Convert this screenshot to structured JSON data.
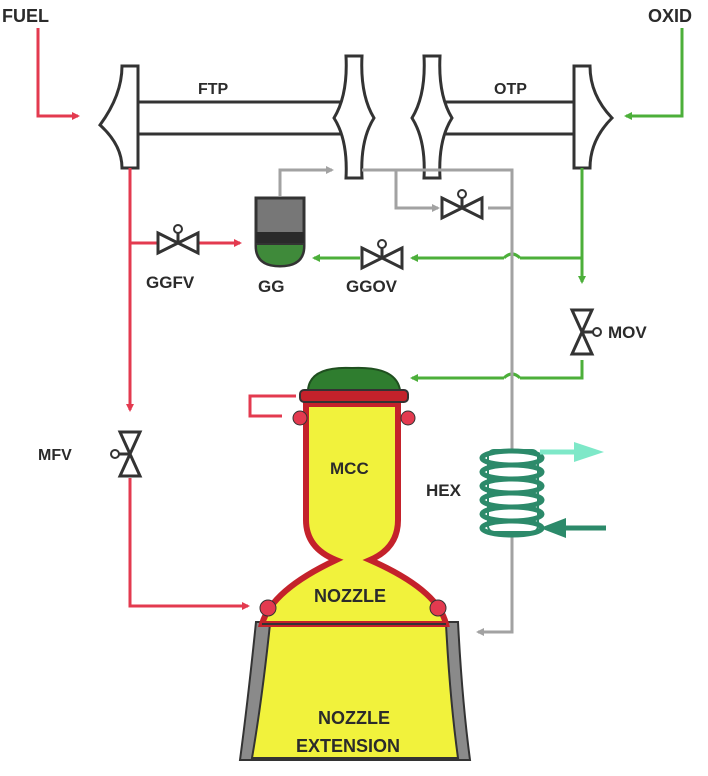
{
  "labels": {
    "fuel": "FUEL",
    "oxid": "OXID",
    "ftp": "FTP",
    "otp": "OTP",
    "ggfv": "GGFV",
    "gg": "GG",
    "ggov": "GGOV",
    "mov": "MOV",
    "mfv": "MFV",
    "mcc": "MCC",
    "hex": "HEX",
    "nozzle": "NOZZLE",
    "nozzle_extension_line1": "NOZZLE",
    "nozzle_extension_line2": "EXTENSION"
  },
  "colors": {
    "fuel_line": "#e33a4f",
    "oxidizer_line": "#4caf3a",
    "hot_gas_line": "#a2a2a2",
    "chamber_fill": "#f1f23c",
    "injector_dome": "#2f7d2f",
    "coolant_outline": "#c4222b",
    "hex_coil": "#2c8a6a",
    "hex_outlet": "#7ee8c8"
  },
  "icons": [
    "valve-icon",
    "turbopump-icon",
    "gas-generator-icon",
    "heat-exchanger-icon",
    "arrow-icon"
  ]
}
